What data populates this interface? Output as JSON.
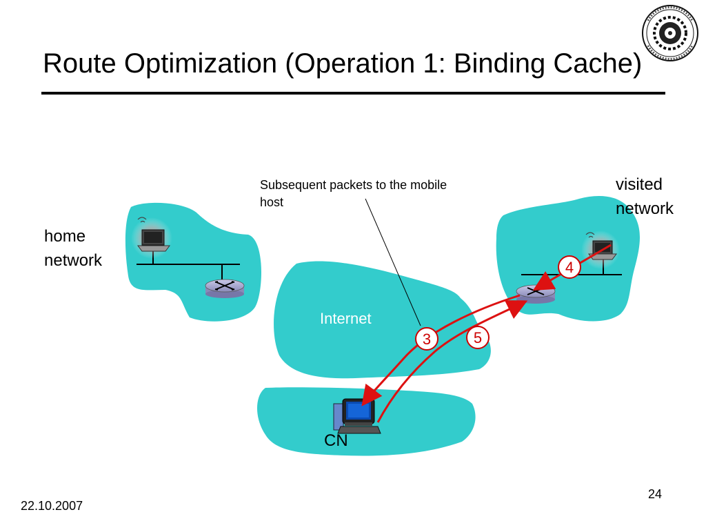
{
  "slide": {
    "title": "Route Optimization (Operation 1: Binding Cache)",
    "date": "22.10.2007",
    "page_number": "24"
  },
  "labels": {
    "home_network": "home network",
    "visited_network": "visited network",
    "internet": "Internet",
    "correspondent_node": "CN",
    "callout": "Subsequent packets to the mobile host"
  },
  "steps": [
    "3",
    "4",
    "5"
  ],
  "colors": {
    "cloud": "#33cccc",
    "arrow": "#dd1111",
    "step_circle": "#cc0000"
  },
  "icons": [
    "laptop-icon",
    "router-icon",
    "desktop-computer-icon",
    "university-logo"
  ]
}
